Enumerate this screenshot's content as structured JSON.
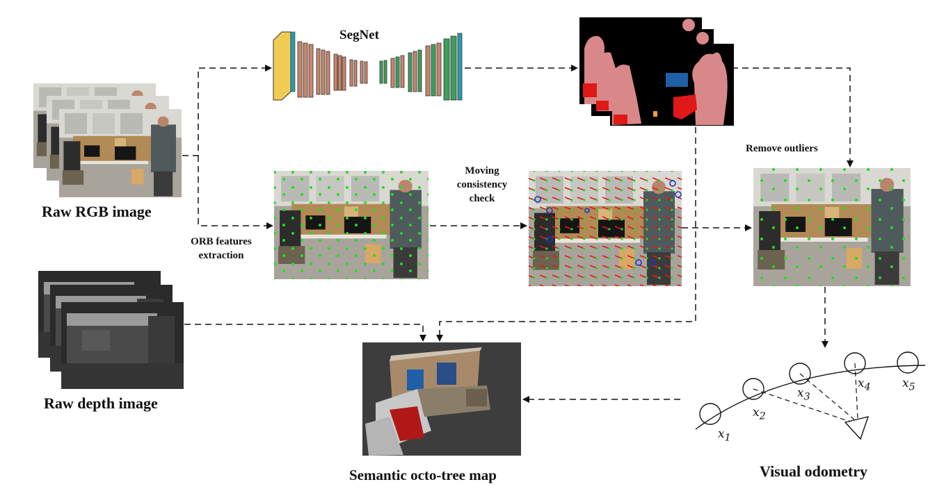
{
  "labels": {
    "segnet": "SegNet",
    "raw_rgb": "Raw RGB image",
    "raw_depth": "Raw depth image",
    "orb_line1": "ORB features",
    "orb_line2": "extraction",
    "moving_line1": "Moving",
    "moving_line2": "consistency",
    "moving_line3": "check",
    "remove_outliers": "Remove outliers",
    "octo_map": "Semantic octo-tree map",
    "visual_odometry": "Visual odometry"
  },
  "poses": [
    "x",
    "x",
    "x",
    "x",
    "x"
  ],
  "pose_subscripts": [
    "1",
    "2",
    "3",
    "4",
    "5"
  ],
  "colors": {
    "person_mask": "#d9888a",
    "chair_mask": "#e01818",
    "monitor_mask": "#1f5fa8",
    "feature_point": "#22dd22",
    "outlier_point": "#2233cc",
    "segnet_encoder": "#c7856a",
    "segnet_decoder": "#3e9e5c",
    "segnet_input": "#f0cc55"
  }
}
